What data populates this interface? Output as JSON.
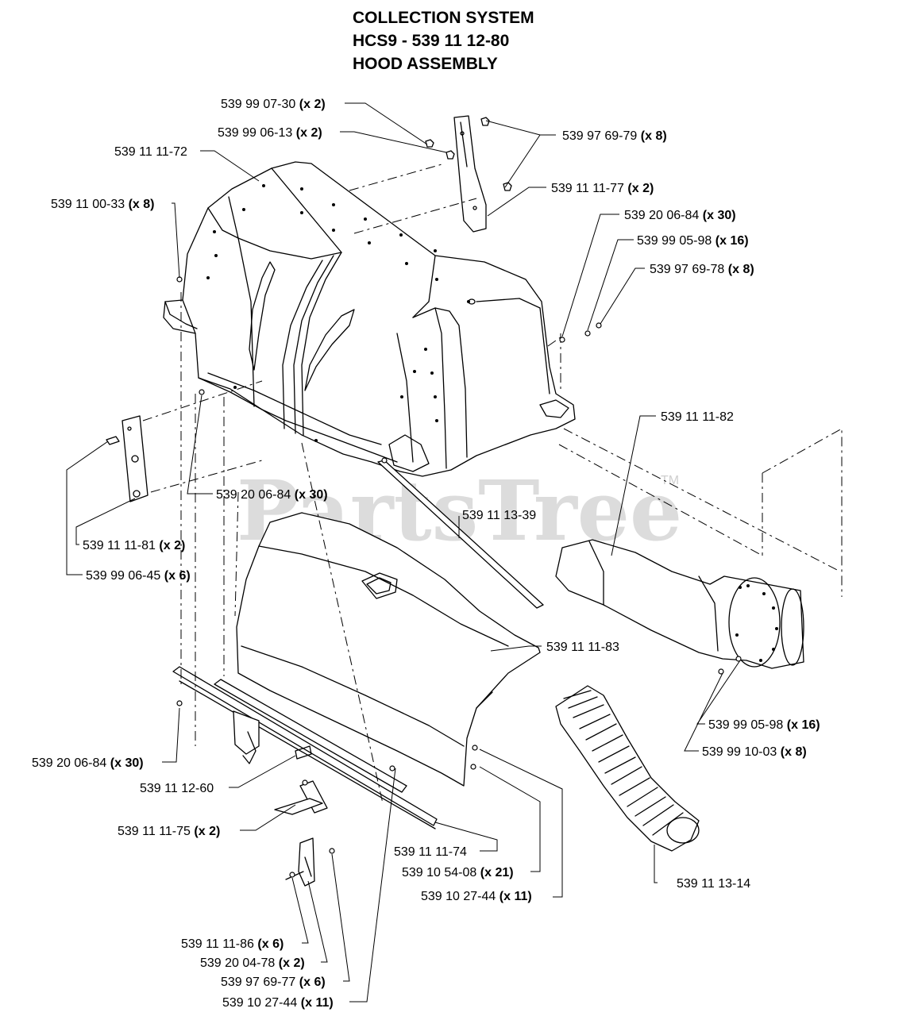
{
  "title": {
    "line1": "COLLECTION SYSTEM",
    "line2": "HCS9 - 539 11 12-80",
    "line3": "HOOD ASSEMBLY"
  },
  "watermark": {
    "text": "PartsTree",
    "tm": "TM"
  },
  "callouts": {
    "c1": {
      "part": "539 99 07-30",
      "qty": "(x 2)"
    },
    "c2": {
      "part": "539 99 06-13",
      "qty": "(x 2)"
    },
    "c3": {
      "part": "539 97 69-79",
      "qty": "(x 8)"
    },
    "c4": {
      "part": "539 11 11-72",
      "qty": ""
    },
    "c5": {
      "part": "539 11 11-77",
      "qty": "(x 2)"
    },
    "c6": {
      "part": "539 11 00-33",
      "qty": "(x 8)"
    },
    "c7": {
      "part": "539 20 06-84",
      "qty": "(x 30)"
    },
    "c8": {
      "part": "539 99 05-98",
      "qty": "(x 16)"
    },
    "c9": {
      "part": "539 97 69-78",
      "qty": "(x 8)"
    },
    "c10": {
      "part": "539 11 11-82",
      "qty": ""
    },
    "c11": {
      "part": "539 20 06-84",
      "qty": "(x 30)"
    },
    "c12": {
      "part": "539 11 13-39",
      "qty": ""
    },
    "c13": {
      "part": "539 11 11-81",
      "qty": "(x 2)"
    },
    "c14": {
      "part": "539 99 06-45",
      "qty": "(x 6)"
    },
    "c15": {
      "part": "539 11 11-83",
      "qty": ""
    },
    "c16": {
      "part": "539 99 05-98",
      "qty": "(x 16)"
    },
    "c17": {
      "part": "539 99 10-03",
      "qty": "(x 8)"
    },
    "c18": {
      "part": "539 20 06-84",
      "qty": "(x 30)"
    },
    "c19": {
      "part": "539 11 12-60",
      "qty": ""
    },
    "c20": {
      "part": "539 11 11-75",
      "qty": "(x 2)"
    },
    "c21": {
      "part": "539 11 11-74",
      "qty": ""
    },
    "c22": {
      "part": "539 10 54-08",
      "qty": "(x 21)"
    },
    "c23": {
      "part": "539 10 27-44",
      "qty": "(x 11)"
    },
    "c24": {
      "part": "539 11 13-14",
      "qty": ""
    },
    "c25": {
      "part": "539 11 11-86",
      "qty": "(x 6)"
    },
    "c26": {
      "part": "539 20 04-78",
      "qty": "(x 2)"
    },
    "c27": {
      "part": "539 97 69-77",
      "qty": "(x 6)"
    },
    "c28": {
      "part": "539 10 27-44",
      "qty": "(x 11)"
    }
  }
}
